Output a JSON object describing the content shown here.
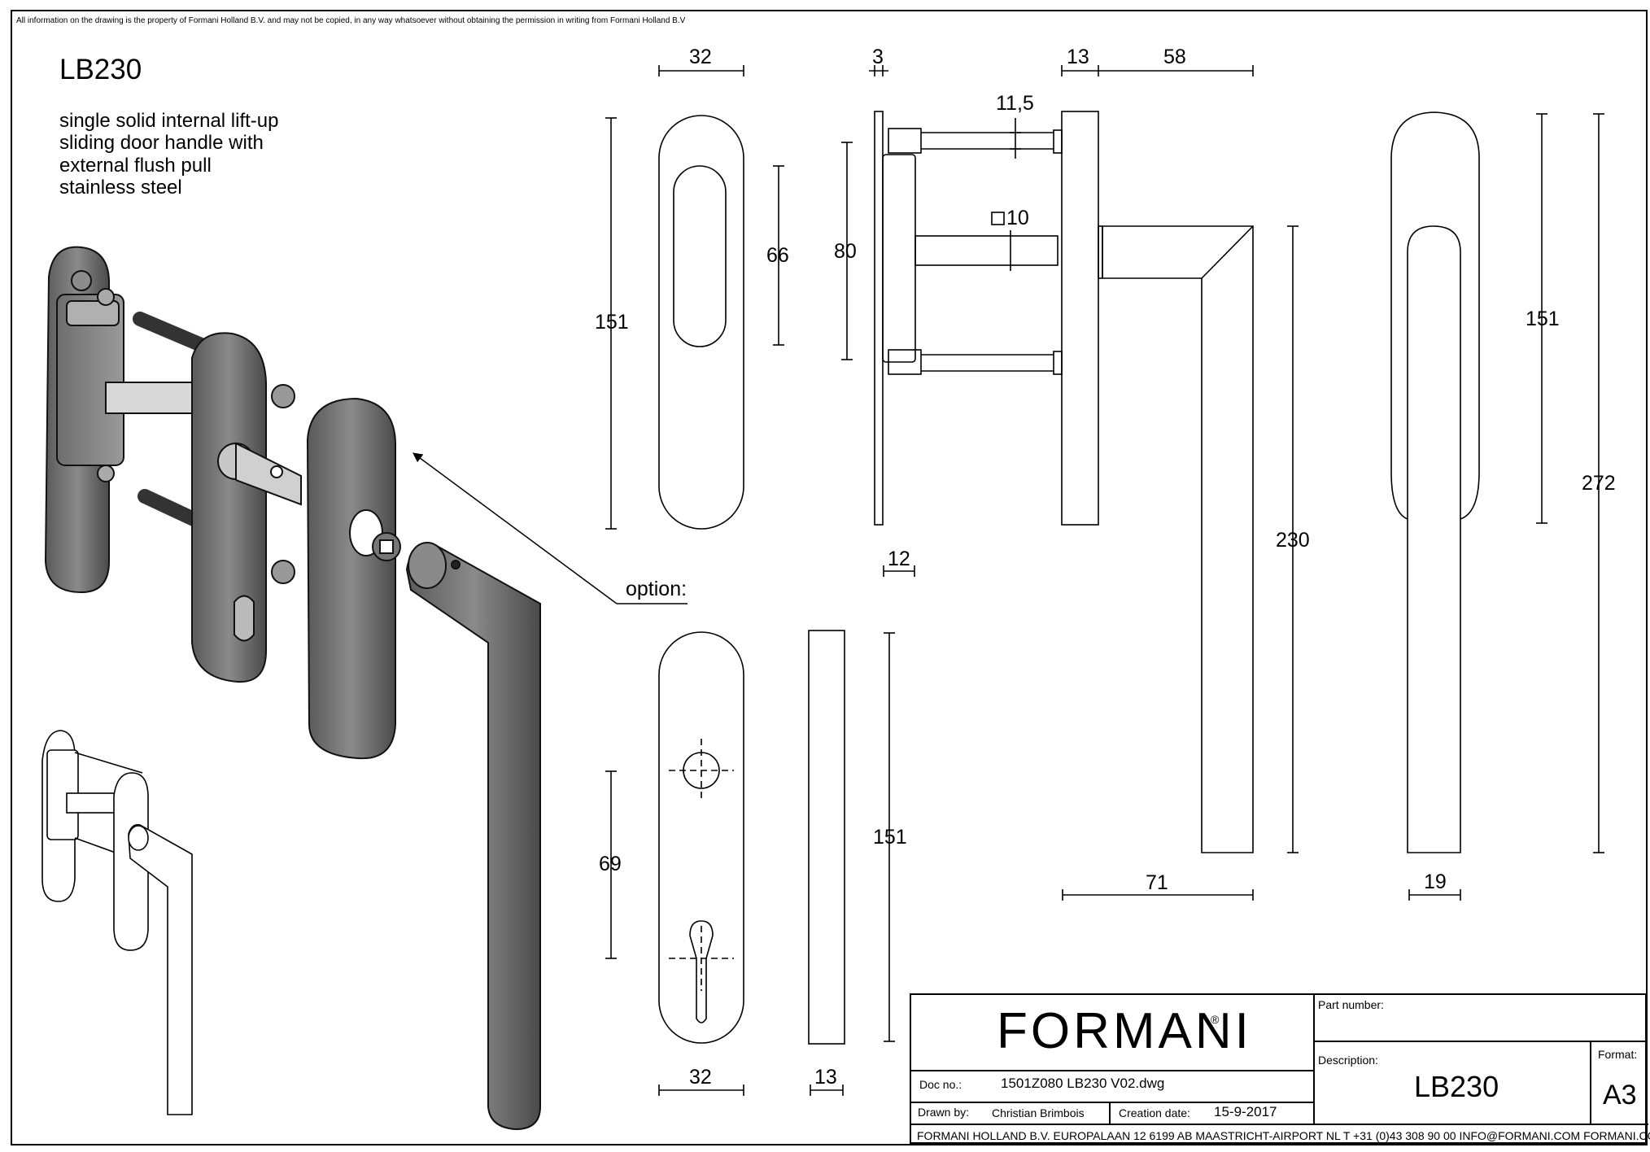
{
  "copyright": "All information on the drawing is the property of Formani Holland B.V. and may not be copied, in any way whatsoever without obtaining the permission in writing from Formani Holland B.V",
  "product": {
    "code": "LB230",
    "description_lines": [
      "single solid internal lift-up",
      "sliding door handle with",
      "external flush pull",
      "stainless steel"
    ]
  },
  "option_label": "option:",
  "dimensions": {
    "pull_width": "32",
    "pull_height": "151",
    "pull_recess": "66",
    "plate_thickness": "3",
    "spindle_spacing": "80",
    "screw_diameter": "11,5",
    "spindle_square": "10",
    "spindle_bottom_offset": "12",
    "rose_thickness": "13",
    "handle_projection": "58",
    "handle_length": "230",
    "handle_reach": "71",
    "back_plate_height": "151",
    "back_total_height": "272",
    "grip_width": "19",
    "option_plate_width": "32",
    "option_plate_height": "151",
    "option_plate_thickness": "13",
    "option_hole_spacing": "69"
  },
  "title_block": {
    "logo": "FORMANI",
    "logo_mark": "®",
    "doc_no_label": "Doc no.:",
    "doc_no_value": "1501Z080 LB230 V02.dwg",
    "drawn_by_label": "Drawn by:",
    "drawn_by_value": "Christian Brimbois",
    "creation_date_label": "Creation date:",
    "creation_date_value": "15-9-2017",
    "part_number_label": "Part number:",
    "part_number_value": "",
    "description_label": "Description:",
    "description_value": "LB230",
    "format_label": "Format:",
    "format_value": "A3",
    "footer": "FORMANI HOLLAND B.V.  EUROPALAAN 12  6199 AB MAASTRICHT-AIRPORT NL  T +31 (0)43 308 90 00 INFO@FORMANI.COM FORMANI.COM"
  }
}
